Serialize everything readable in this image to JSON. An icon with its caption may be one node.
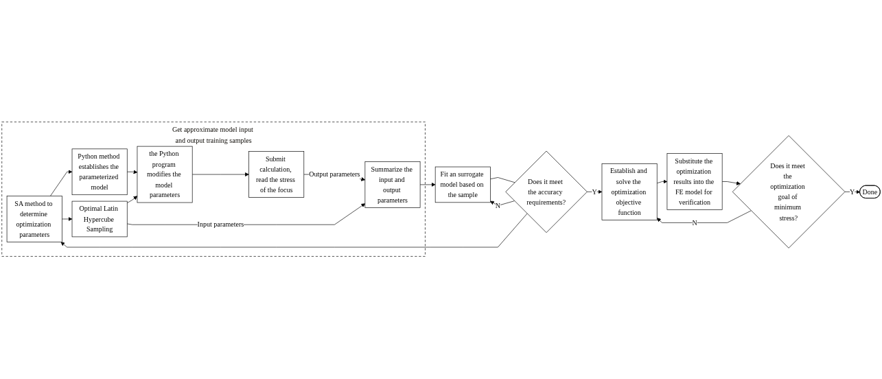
{
  "diagram": {
    "nodes": [
      {
        "text": [
          "Get approximate model input and output training samples"
        ]
      },
      {
        "text": [
          "SA method to determine optimization parameters"
        ],
        "in": 0
      },
      {
        "text": [
          "Python method establishes the parameterized model"
        ],
        "in": 0
      },
      {
        "text": [
          "Optimal Latin Hypercube Sampling"
        ],
        "in": 0
      },
      {
        "text": [
          "the Python program modifies the model parameters"
        ],
        "in": 0
      },
      {
        "text": [
          "Submit calculation, read the stress of the focus"
        ],
        "in": 0
      },
      {
        "text": [
          "Summarize the input and output parameters"
        ],
        "in": 0
      },
      {
        "text": [
          "Fit an surrogate model based on the sample"
        ]
      },
      {
        "text": [
          "Does it meet the accuracy requirements?"
        ]
      },
      {
        "text": [
          "Establish and solve the optimization objective function"
        ]
      },
      {
        "text": [
          "Substitute the optimization results into the FE model for verification"
        ]
      },
      {
        "text": [
          "Does it meet the optimization goal of minimum stress?"
        ]
      },
      {
        "text": [
          "Done"
        ]
      }
    ],
    "edges": [
      {
        "from": 1,
        "to": 2,
        "arrow": "to"
      },
      {
        "from": 1,
        "to": 3,
        "arrow": "to"
      },
      {
        "from": 2,
        "to": 4,
        "arrow": "to"
      },
      {
        "from": 3,
        "to": 4,
        "arrow": "to"
      },
      {
        "from": 4,
        "to": 5,
        "arrow": "to"
      },
      {
        "from": 5,
        "to": 6,
        "arrow": "to",
        "label": "Output parameters"
      },
      {
        "from": 3,
        "to": 6,
        "arrow": "to",
        "label": "Input parameters"
      },
      {
        "from": 6,
        "to": 7,
        "arrow": "to"
      },
      {
        "from": 7,
        "to": 8,
        "arrow": "none"
      },
      {
        "from": 8,
        "to": 9,
        "arrow": "to",
        "label": "Y"
      },
      {
        "from": 8,
        "to": 7,
        "arrow": "to",
        "label": "N"
      },
      {
        "from": 8,
        "to": 1,
        "arrow": "to"
      },
      {
        "from": 9,
        "to": 10,
        "arrow": "to"
      },
      {
        "from": 10,
        "to": 11,
        "arrow": "to"
      },
      {
        "from": 11,
        "to": 12,
        "arrow": "to",
        "label": "Y"
      },
      {
        "from": 11,
        "to": 9,
        "arrow": "to",
        "label": "N"
      }
    ]
  }
}
